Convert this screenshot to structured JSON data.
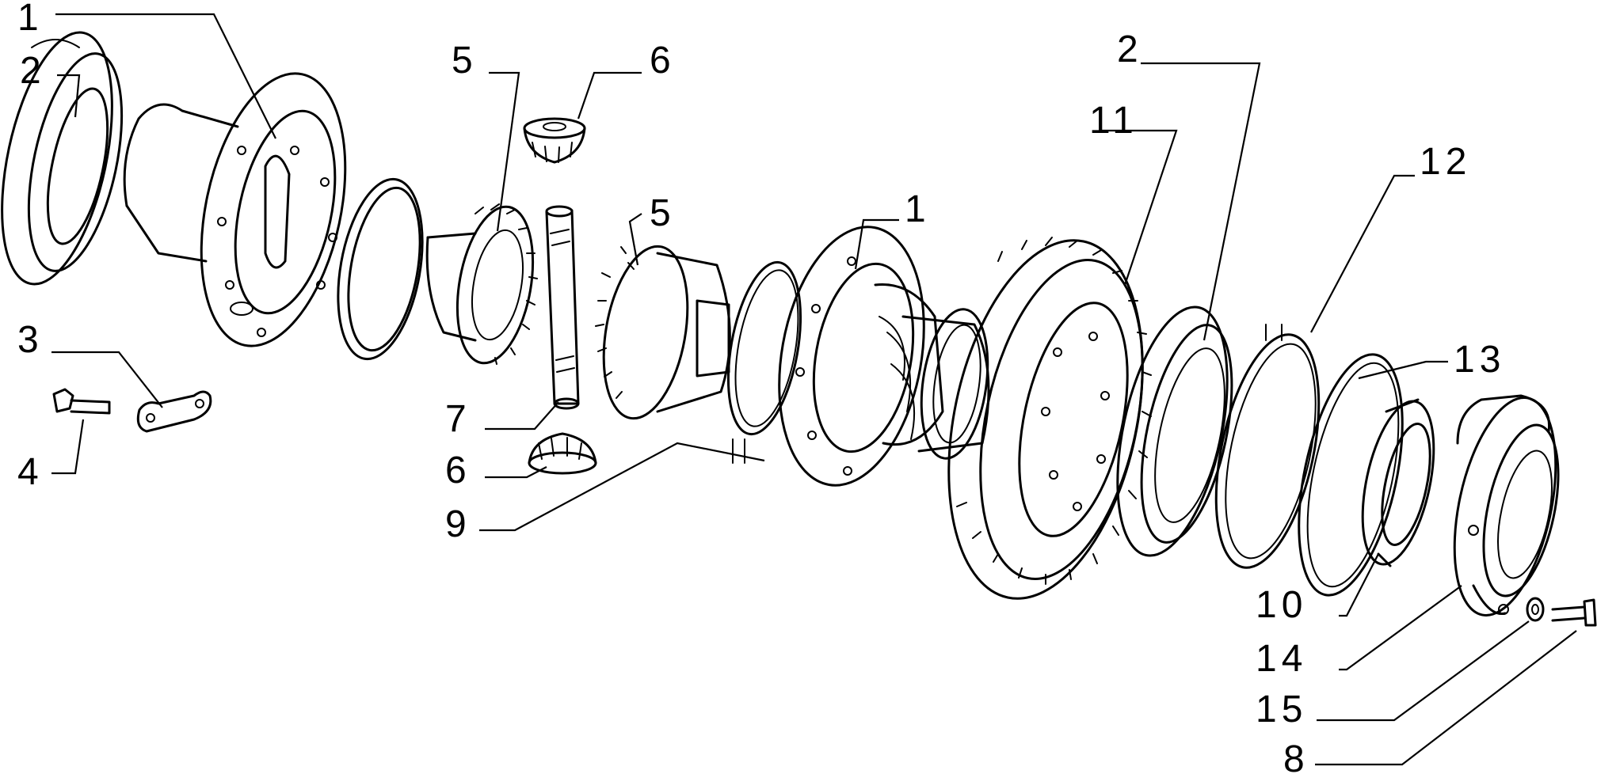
{
  "diagram": {
    "callouts": [
      {
        "id": "c1a",
        "text": "1"
      },
      {
        "id": "c2a",
        "text": "2"
      },
      {
        "id": "c3",
        "text": "3"
      },
      {
        "id": "c4",
        "text": "4"
      },
      {
        "id": "c5a",
        "text": "5"
      },
      {
        "id": "c6a",
        "text": "6"
      },
      {
        "id": "c5b",
        "text": "5"
      },
      {
        "id": "c7",
        "text": "7"
      },
      {
        "id": "c6b",
        "text": "6"
      },
      {
        "id": "c9",
        "text": "9"
      },
      {
        "id": "c1b",
        "text": "1"
      },
      {
        "id": "c2b",
        "text": "2"
      },
      {
        "id": "c11",
        "text": "11"
      },
      {
        "id": "c12",
        "text": "12"
      },
      {
        "id": "c13",
        "text": "13"
      },
      {
        "id": "c10",
        "text": "10"
      },
      {
        "id": "c14",
        "text": "14"
      },
      {
        "id": "c15",
        "text": "15"
      },
      {
        "id": "c8",
        "text": "8"
      }
    ]
  }
}
